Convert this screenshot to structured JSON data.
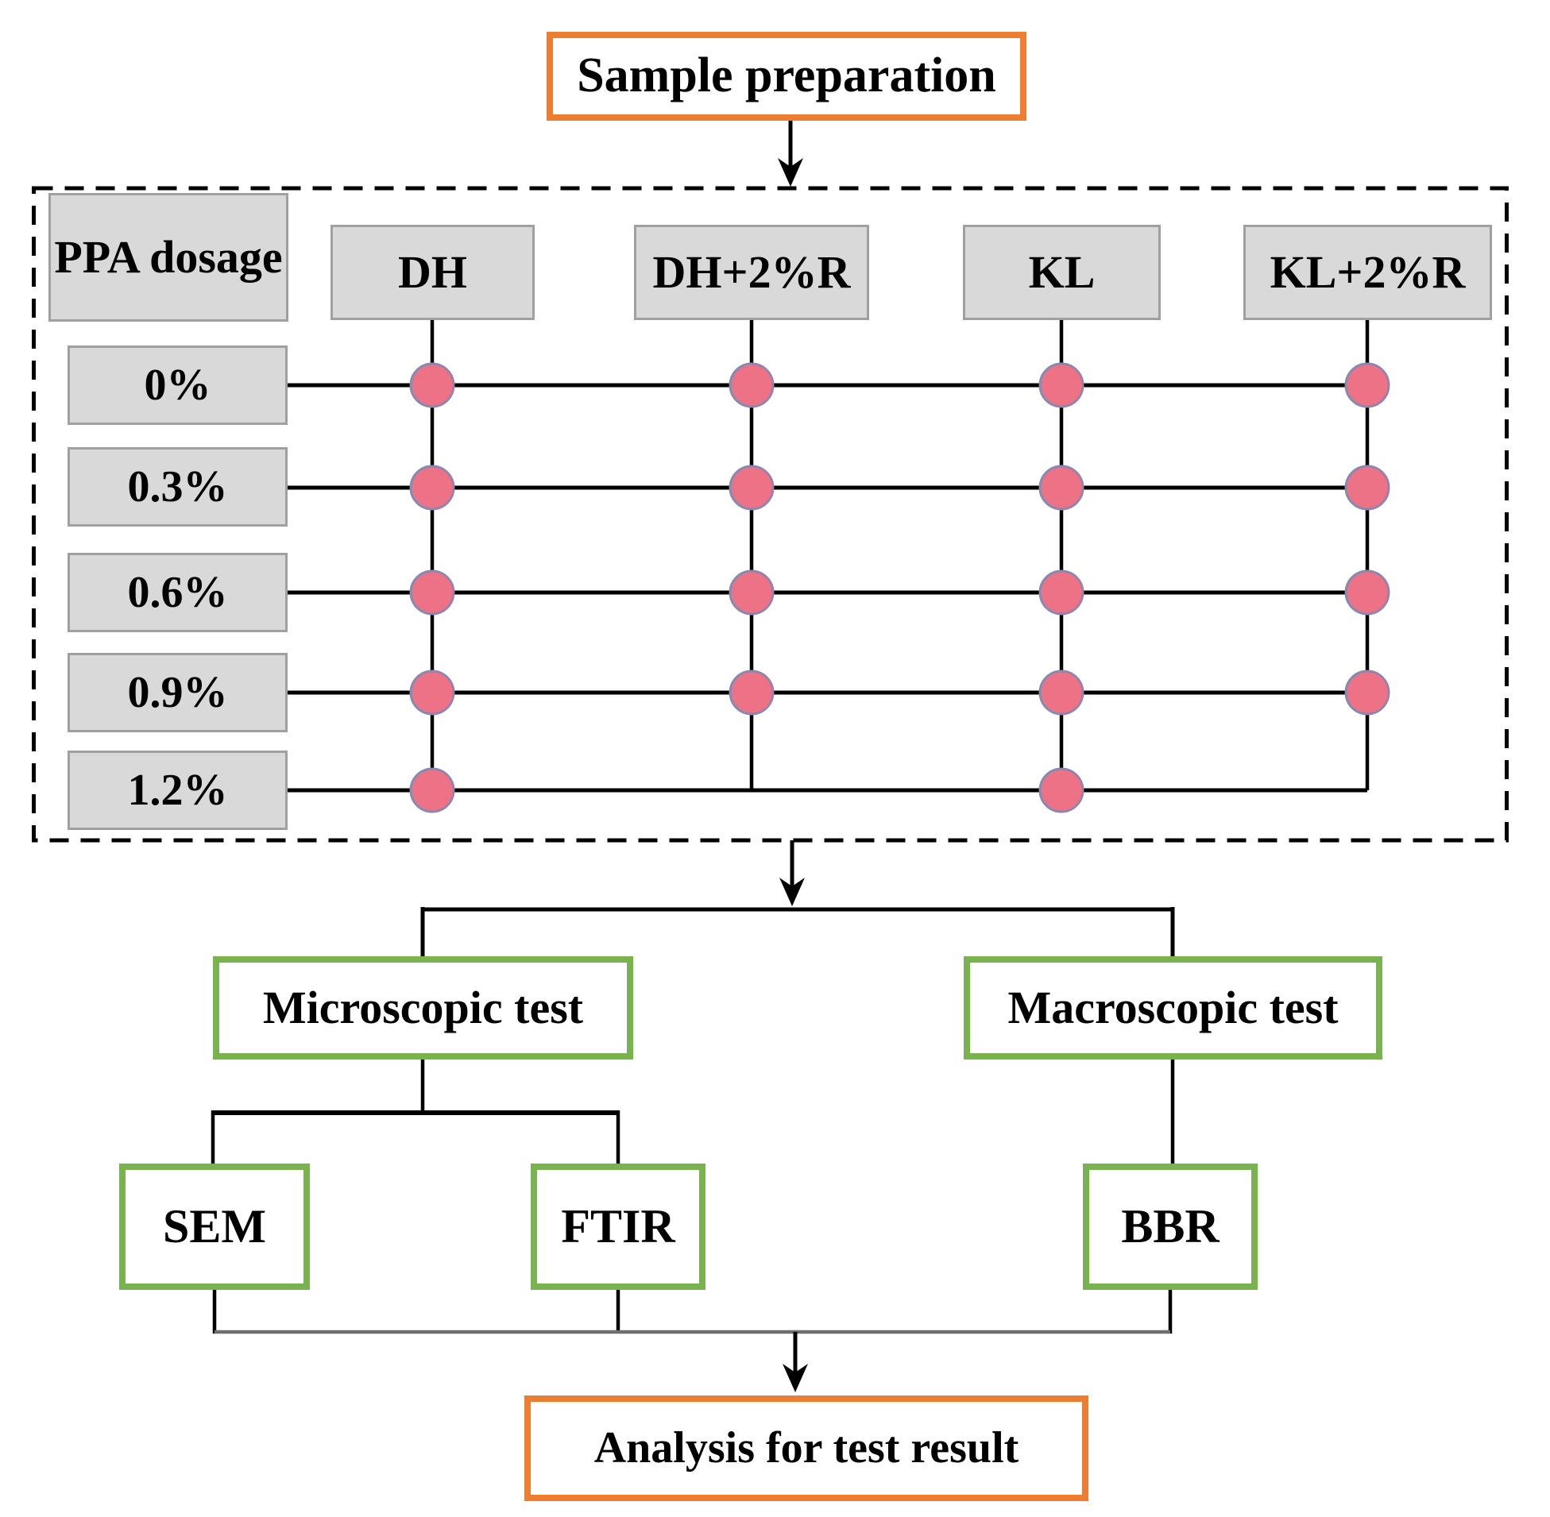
{
  "figure": {
    "sample_preparation": "Sample preparation",
    "microscopic_test": "Microscopic test",
    "macroscopic_test": "Macroscopic test",
    "sem": "SEM",
    "ftir": "FTIR",
    "bbr": "BBR",
    "analysis": "Analysis for test result"
  },
  "matrix": {
    "corner_label": "PPA dosage",
    "columns": [
      "DH",
      "DH+2%R",
      "KL",
      "KL+2%R"
    ],
    "rows": [
      "0%",
      "0.3%",
      "0.6%",
      "0.9%",
      "1.2%"
    ],
    "dots": [
      [
        1,
        1,
        1,
        1
      ],
      [
        1,
        1,
        1,
        1
      ],
      [
        1,
        1,
        1,
        1
      ],
      [
        1,
        1,
        1,
        1
      ],
      [
        1,
        0,
        1,
        0
      ]
    ]
  },
  "colors": {
    "orange": "#ED7D31",
    "green": "#79B350",
    "gray_fill": "#D9D9D9",
    "gray_border": "#A0A0A0",
    "dot_fill": "#EE7286",
    "dot_stroke": "#8C87AE",
    "line": "#000000",
    "merge_line": "#6E6E6E"
  }
}
